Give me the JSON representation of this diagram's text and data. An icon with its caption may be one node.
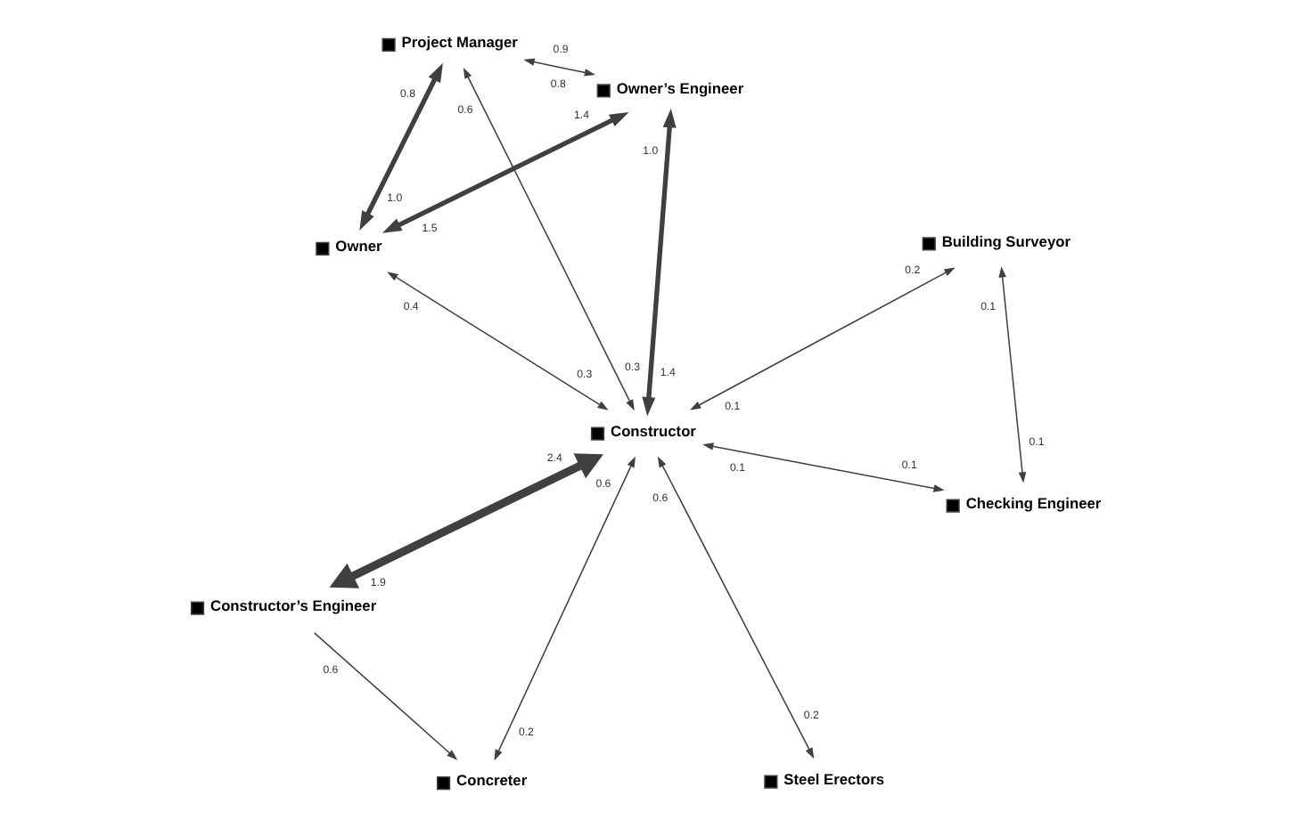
{
  "diagram": {
    "nodes": [
      {
        "text": [
          "Constructor’s Engineer"
        ]
      },
      {
        "text": [
          "Owner’s Engineer"
        ]
      },
      {
        "text": [
          "Concreter"
        ]
      },
      {
        "text": [
          "Project Manager"
        ]
      },
      {
        "text": [
          "Constructor"
        ]
      },
      {
        "text": [
          "Building Surveyor"
        ]
      },
      {
        "text": [
          "Owner"
        ]
      },
      {
        "text": [
          "Checking Engineer"
        ]
      },
      {
        "text": [
          "Steel Erectors"
        ]
      }
    ],
    "edges": [
      {
        "from": 0,
        "to": 2,
        "arrow": "to"
      },
      {
        "from": 2,
        "to": 4,
        "arrow": "both"
      },
      {
        "from": 0,
        "to": 4,
        "arrow": "both",
        "style": "thick"
      },
      {
        "from": 4,
        "to": 1,
        "arrow": "both",
        "style": "thick"
      },
      {
        "from": 1,
        "to": 3,
        "arrow": "both"
      },
      {
        "from": 4,
        "to": 3,
        "arrow": "both"
      },
      {
        "from": 1,
        "to": 6,
        "arrow": "both",
        "style": "thick"
      },
      {
        "from": 3,
        "to": 6,
        "arrow": "both",
        "style": "thick"
      },
      {
        "from": 4,
        "to": 5,
        "arrow": "both"
      },
      {
        "from": 4,
        "to": 7,
        "arrow": "both"
      },
      {
        "from": 4,
        "to": 8,
        "arrow": "both"
      },
      {
        "from": 4,
        "to": 6,
        "arrow": "both"
      },
      {
        "from": 5,
        "to": 7,
        "arrow": "both"
      }
    ],
    "labels": [
      "0.6",
      "1.9",
      "0.9",
      "1.4",
      "1.0",
      "0.8",
      "0.2",
      "2.4",
      "0.6",
      "1.4",
      "0.6",
      "0.3",
      "0.8",
      "0.1",
      "0.3",
      "0.1",
      "0.6",
      "1.5",
      "0.2",
      "1.0",
      "0.4",
      "0.1",
      "0.2",
      "0.1",
      "0.1"
    ]
  }
}
